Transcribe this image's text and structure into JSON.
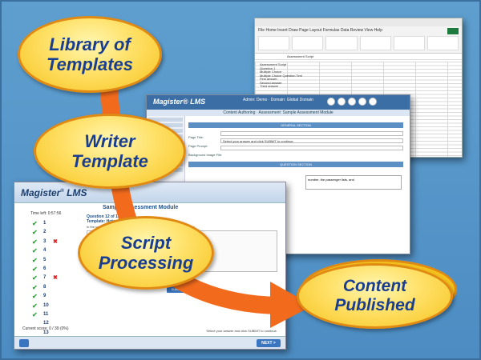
{
  "excel": {
    "tabs": "File  Home  Insert  Draw  Page Layout  Formulas  Data  Review  View  Help",
    "formula_cell": "Assessment Script",
    "share": "Share",
    "rows": [
      "Assessment Script",
      "Question 1",
      "Multiple Choice",
      "Multiple Choice Question Text",
      "First answer",
      "Second answer",
      "Third answer"
    ]
  },
  "author": {
    "logo": "Magister® LMS",
    "domain": "Admin: Demo · Domain: Global Domain",
    "subtitle": "Content Authoring · Assessment: Sample Assessment Module",
    "general_section": "GENERAL SECTION",
    "question_section": "QUESTION SECTION",
    "page_title_label": "Page Title:",
    "page_prompt_label": "Page Prompt:",
    "page_prompt_value": "Select your answer and click SUBMIT to continue.",
    "bg_label": "Background Image File:",
    "box_text": "number, the passenger lists, and"
  },
  "lms": {
    "logo": "Magister",
    "logo_suffix": "LMS",
    "module_title": "Sample Assessment Module",
    "time_left": "Time left: 0:57:56",
    "question_header": "Question 12 of 13",
    "template": "Template: Hotspots",
    "instruction": "In the screen image below, identify the ... number of seconds in the Duration.",
    "questions": [
      {
        "n": "1",
        "status": "correct"
      },
      {
        "n": "2",
        "status": "correct"
      },
      {
        "n": "3",
        "status": "wrong"
      },
      {
        "n": "4",
        "status": "correct"
      },
      {
        "n": "5",
        "status": "correct"
      },
      {
        "n": "6",
        "status": "correct"
      },
      {
        "n": "7",
        "status": "wrong"
      },
      {
        "n": "8",
        "status": "correct"
      },
      {
        "n": "9",
        "status": "correct"
      },
      {
        "n": "10",
        "status": "correct"
      },
      {
        "n": "11",
        "status": "correct"
      },
      {
        "n": "12",
        "status": "none"
      },
      {
        "n": "13",
        "status": "none"
      }
    ],
    "submit": "SUBMIT",
    "footnote": "Select your answer and click SUBMIT to continue.",
    "score": "Current score: 0 / 39 (0%)",
    "next": "NEXT >"
  },
  "labels": {
    "library": "Library of Templates",
    "writer": "Writer Template",
    "script": "Script Processing",
    "published": "Content Published"
  },
  "colors": {
    "background": "#4f8fc5",
    "oval_fill": "#ffe066",
    "oval_border": "#e08a14",
    "arrow": "#f26b1d",
    "label_text": "#1a3e8f"
  }
}
